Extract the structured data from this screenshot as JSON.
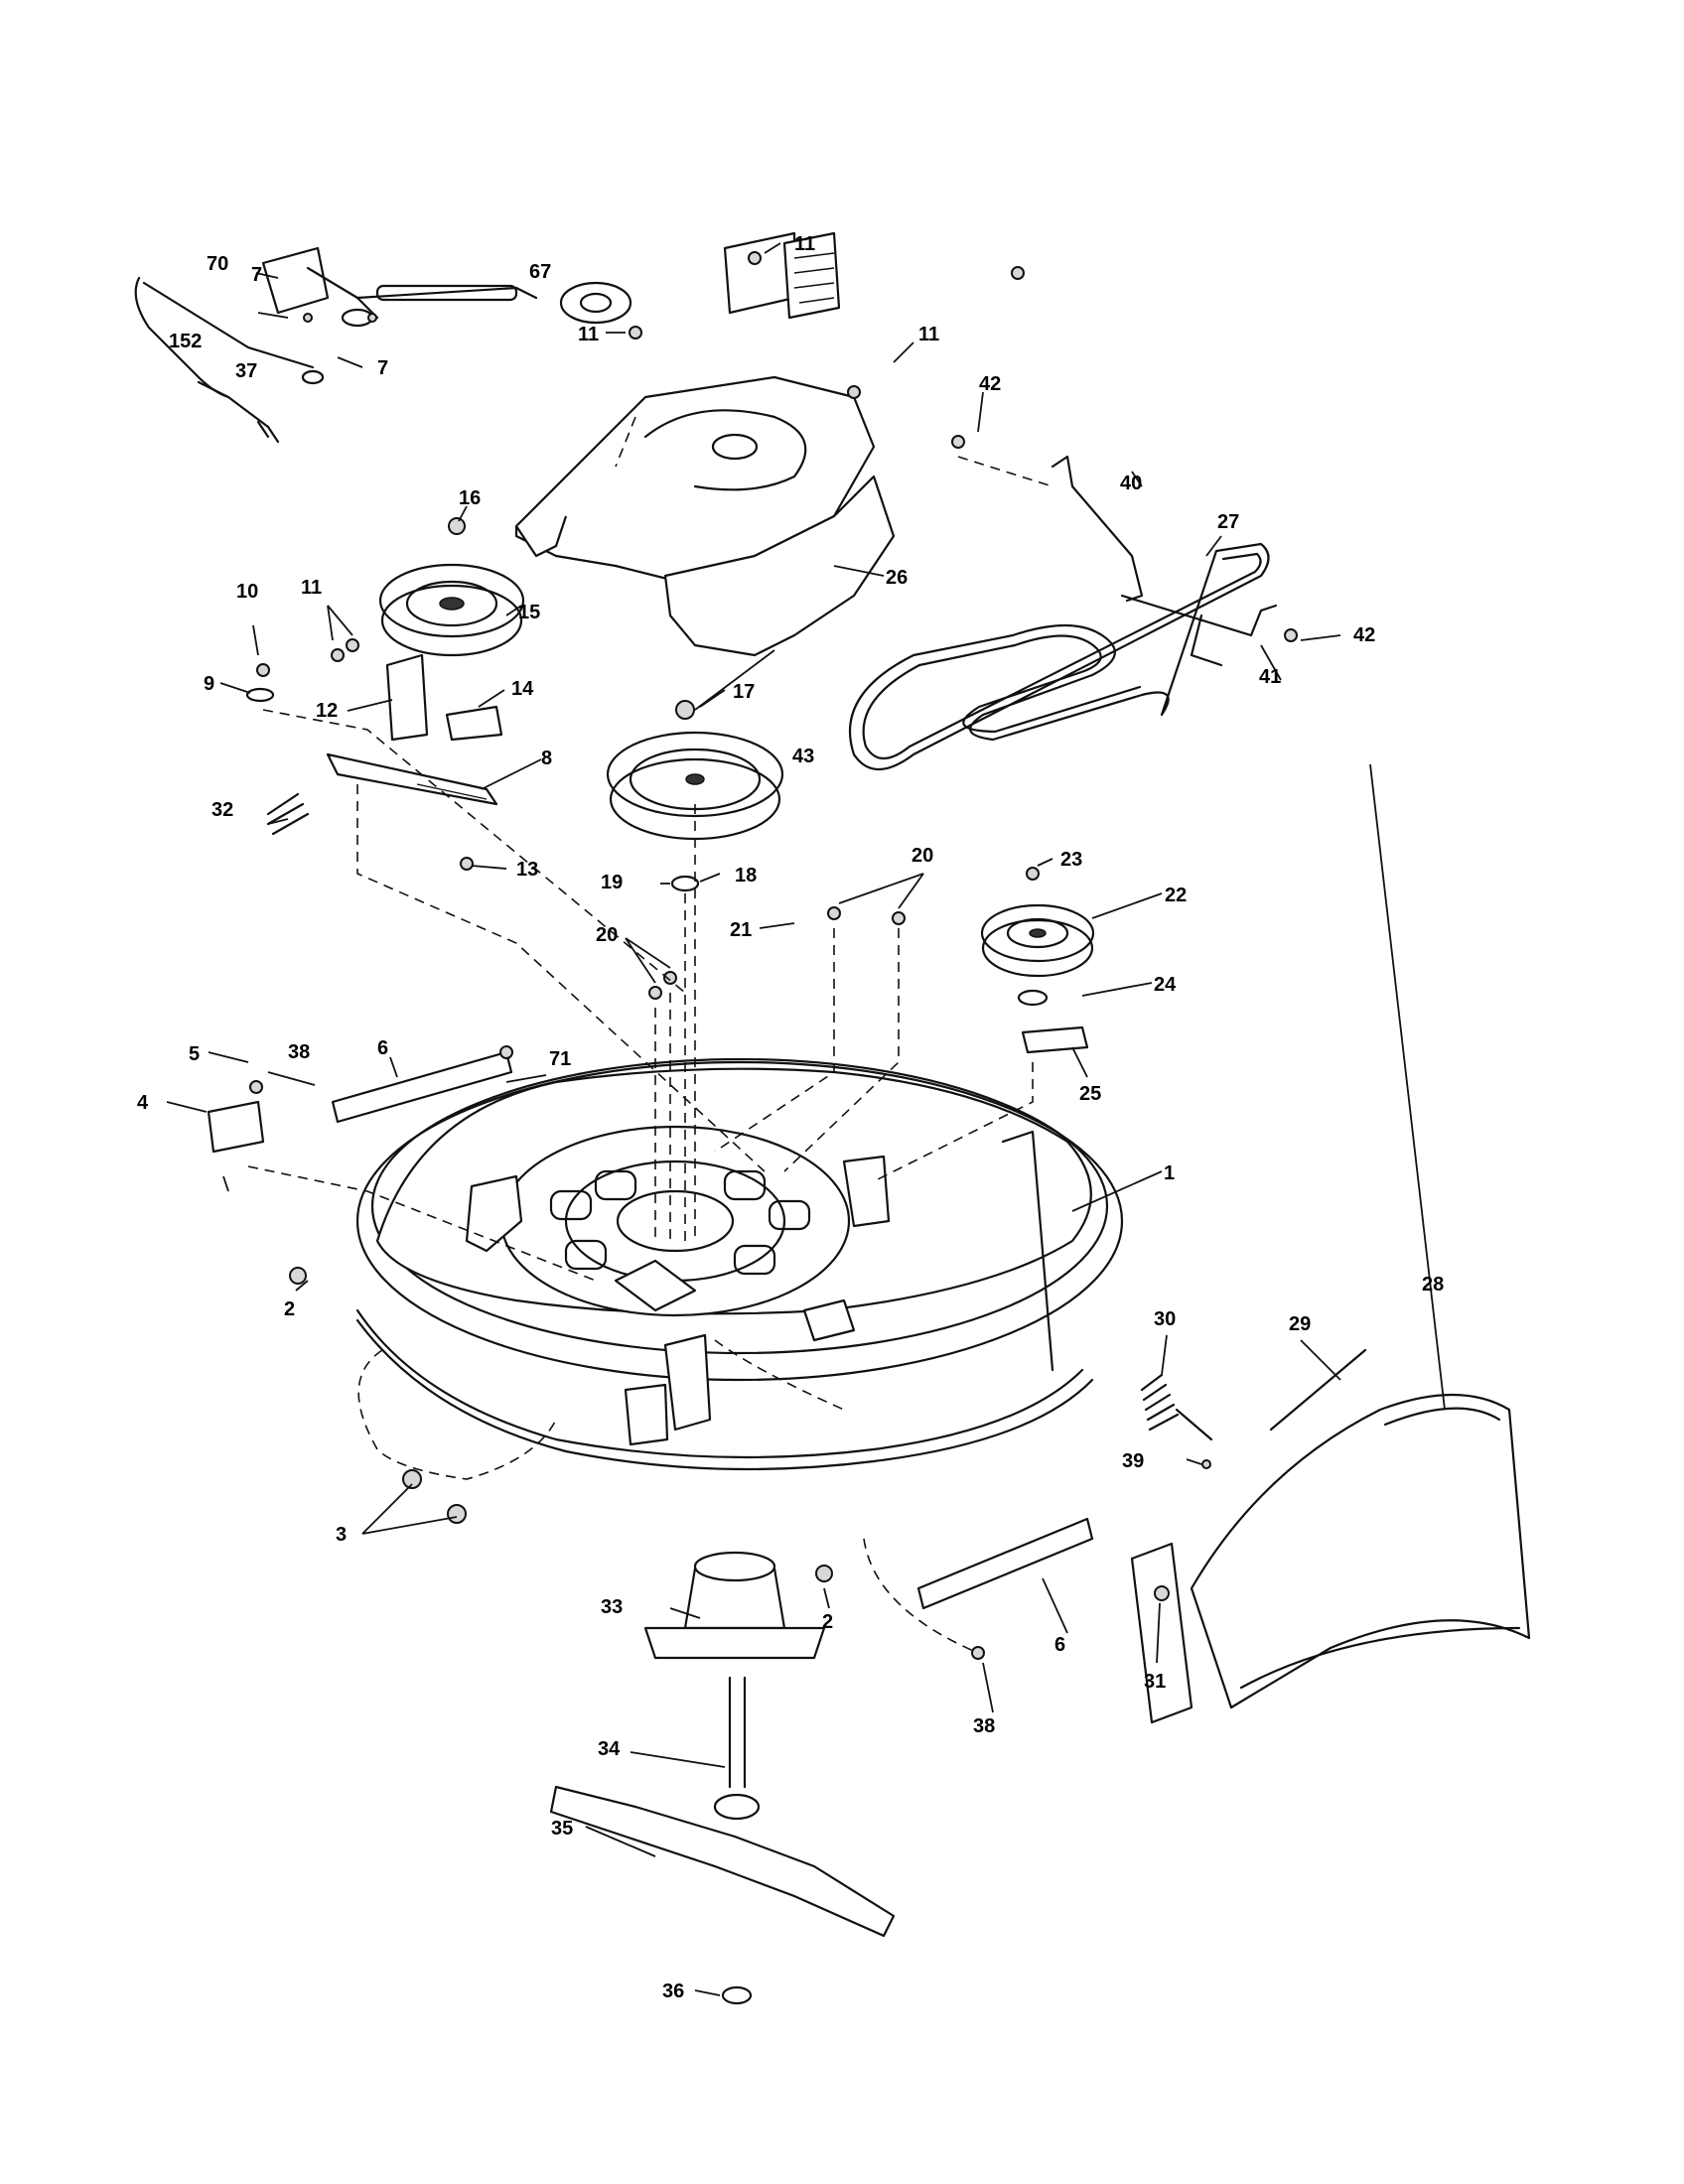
{
  "labels": {
    "l1": "1",
    "l2a": "2",
    "l2b": "2",
    "l3": "3",
    "l4": "4",
    "l5": "5",
    "l6a": "6",
    "l6b": "6",
    "l7a": "7",
    "l7b": "7",
    "l8": "8",
    "l9": "9",
    "l10": "10",
    "l11a": "11",
    "l11b": "11",
    "l11c": "11",
    "l11d": "11",
    "l12": "12",
    "l13": "13",
    "l14": "14",
    "l15": "15",
    "l16": "16",
    "l17": "17",
    "l18": "18",
    "l19": "19",
    "l20a": "20",
    "l20b": "20",
    "l21": "21",
    "l22": "22",
    "l23": "23",
    "l24": "24",
    "l25": "25",
    "l26": "26",
    "l27": "27",
    "l28": "28",
    "l29": "29",
    "l30": "30",
    "l31": "31",
    "l32": "32",
    "l33": "33",
    "l34": "34",
    "l35": "35",
    "l36": "36",
    "l37": "37",
    "l38a": "38",
    "l38b": "38",
    "l39": "39",
    "l40": "40",
    "l41": "41",
    "l42a": "42",
    "l42b": "42",
    "l43": "43",
    "l67": "67",
    "l70": "70",
    "l71": "71",
    "l152": "152"
  }
}
